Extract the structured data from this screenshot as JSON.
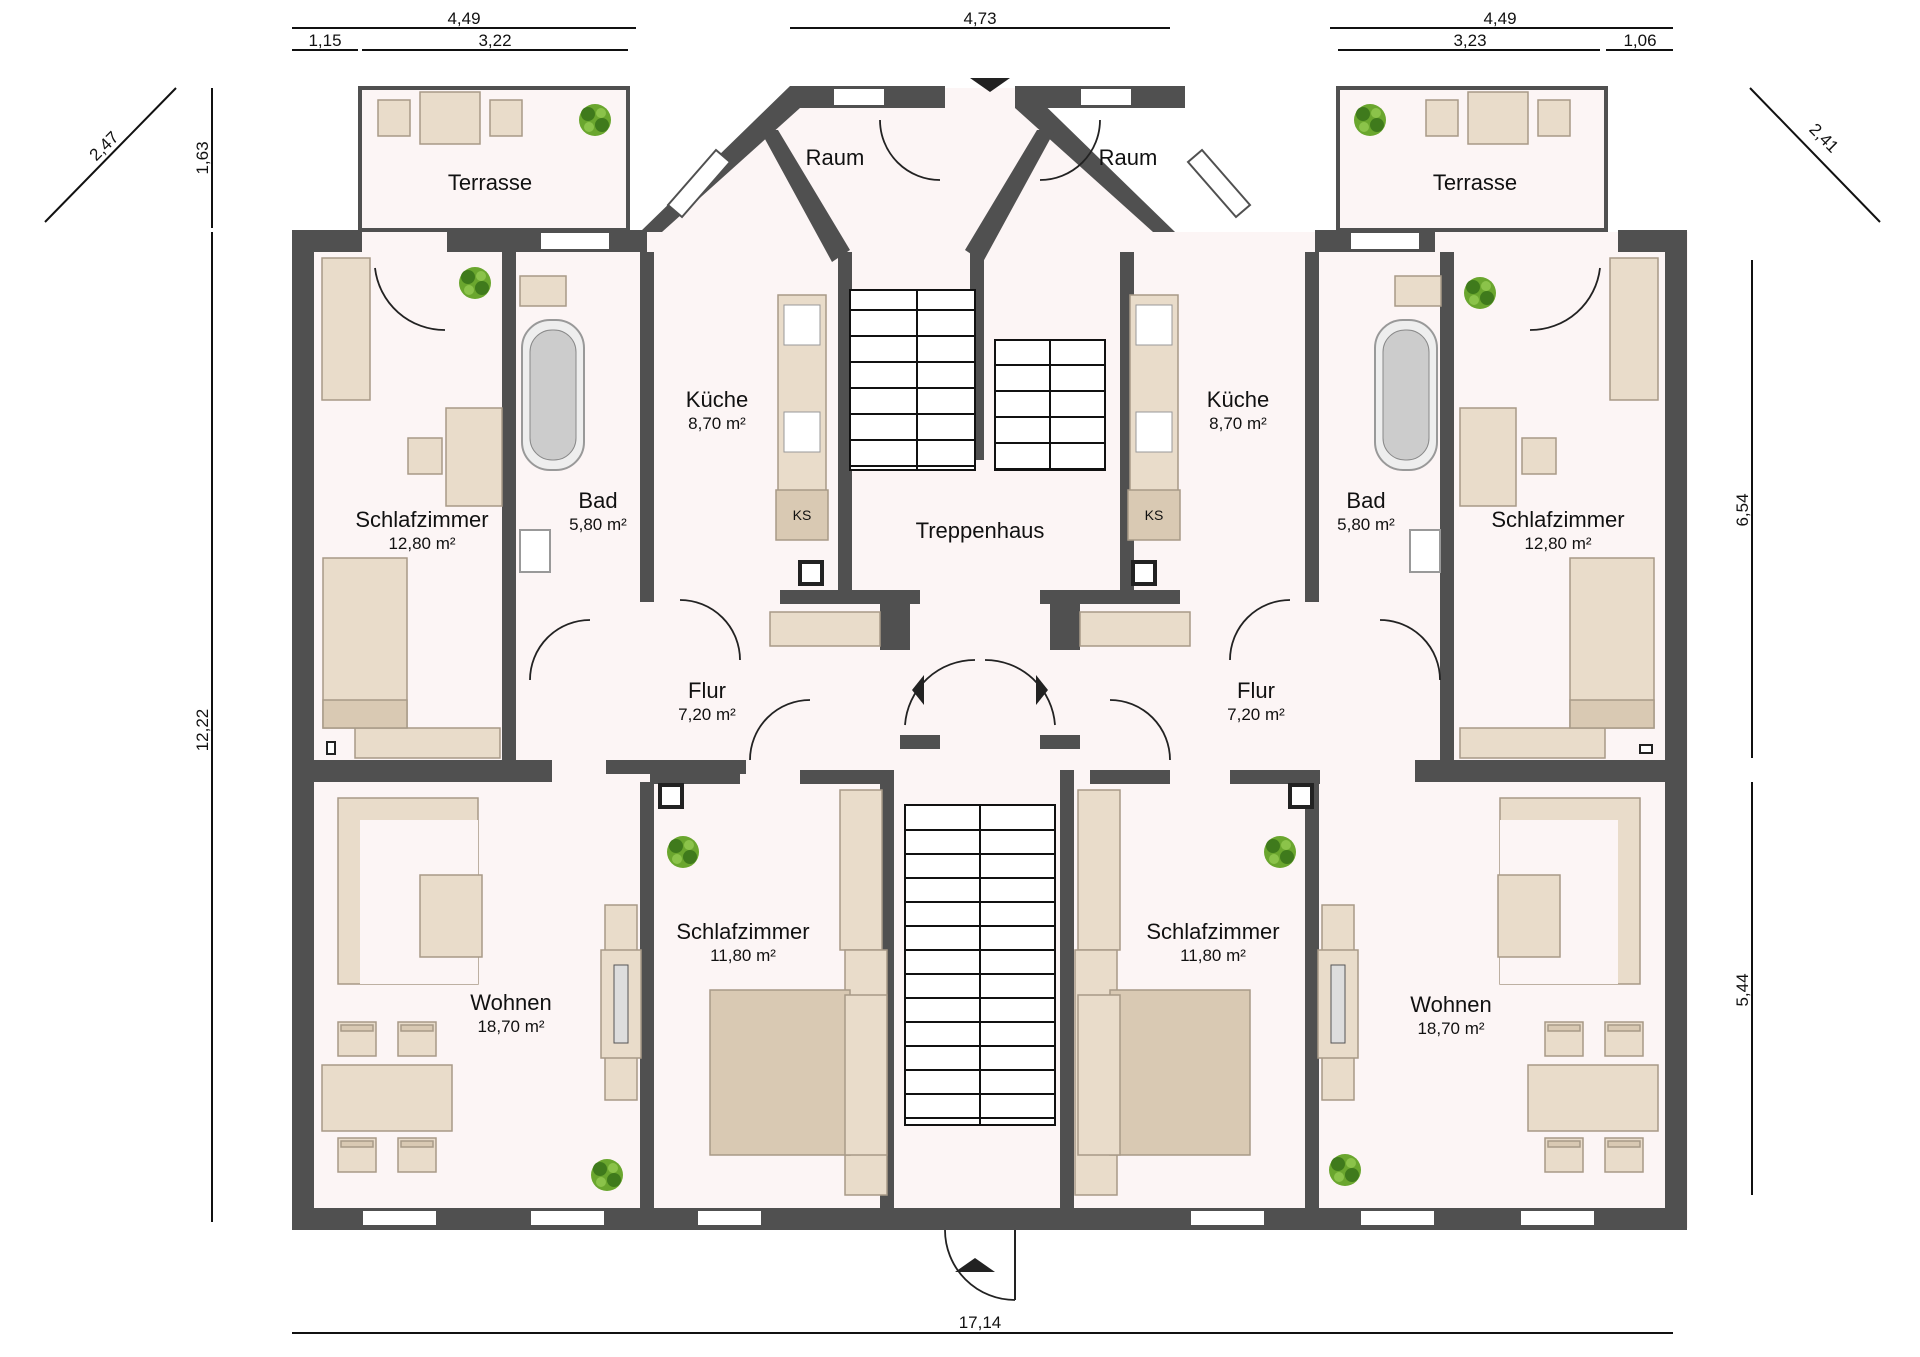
{
  "rooms": {
    "terrace_left": {
      "name": "Terrasse"
    },
    "terrace_right": {
      "name": "Terrasse"
    },
    "storage_left": {
      "name": "Raum"
    },
    "storage_right": {
      "name": "Raum"
    },
    "kitchen_left": {
      "name": "Küche",
      "area": "8,70 m²"
    },
    "kitchen_right": {
      "name": "Küche",
      "area": "8,70 m²"
    },
    "bath_left": {
      "name": "Bad",
      "area": "5,80 m²"
    },
    "bath_right": {
      "name": "Bad",
      "area": "5,80 m²"
    },
    "bedroom_nw": {
      "name": "Schlafzimmer",
      "area": "12,80 m²"
    },
    "bedroom_ne": {
      "name": "Schlafzimmer",
      "area": "12,80 m²"
    },
    "stairwell": {
      "name": "Treppenhaus"
    },
    "hall_left": {
      "name": "Flur",
      "area": "7,20 m²"
    },
    "hall_right": {
      "name": "Flur",
      "area": "7,20 m²"
    },
    "living_left": {
      "name": "Wohnen",
      "area": "18,70 m²"
    },
    "living_right": {
      "name": "Wohnen",
      "area": "18,70 m²"
    },
    "bedroom_sw": {
      "name": "Schlafzimmer",
      "area": "11,80 m²"
    },
    "bedroom_se": {
      "name": "Schlafzimmer",
      "area": "11,80 m²"
    }
  },
  "appliances": {
    "storage_left_label": "KS",
    "storage_right_label": "KS"
  },
  "dimensions": {
    "top_left_total": "4,49",
    "top_left_a": "1,15",
    "top_left_b": "3,22",
    "top_center": "4,73",
    "top_right_total": "4,49",
    "top_right_a": "3,23",
    "top_right_b": "1,06",
    "left_diagonal": "2,47",
    "right_diagonal": "2,41",
    "left_terrace_depth": "1,63",
    "left_total_depth": "12,22",
    "right_upper": "6,54",
    "right_lower": "5,44",
    "bottom_total": "17,14"
  },
  "colors": {
    "wall": "#505050",
    "floor": "#fcf5f5",
    "furniture": "#e9dcca",
    "plant": "#5a9a2a"
  }
}
